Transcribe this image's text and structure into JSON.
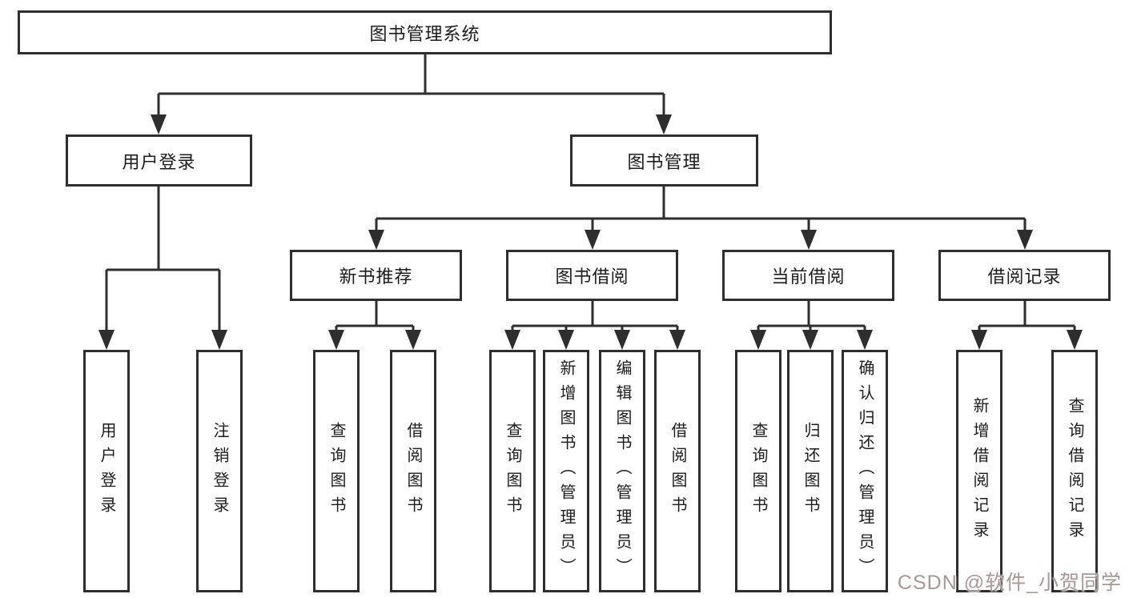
{
  "root": {
    "label": "图书管理系统"
  },
  "userLogin": {
    "label": "用户登录",
    "children": [
      {
        "label": "用户登录"
      },
      {
        "label": "注销登录"
      }
    ]
  },
  "bookMgmt": {
    "label": "图书管理"
  },
  "newBook": {
    "label": "新书推荐",
    "children": [
      {
        "label": "查询图书"
      },
      {
        "label": "借阅图书"
      }
    ]
  },
  "bookBorrow": {
    "label": "图书借阅",
    "children": [
      {
        "label": "查询图书"
      },
      {
        "label": "新增图书（管理员）"
      },
      {
        "label": "编辑图书（管理员）"
      },
      {
        "label": "借阅图书"
      }
    ]
  },
  "currentBorrow": {
    "label": "当前借阅",
    "children": [
      {
        "label": "查询图书"
      },
      {
        "label": "归还图书"
      },
      {
        "label": "确认归还（管理员）"
      }
    ]
  },
  "borrowRecords": {
    "label": "借阅记录",
    "children": [
      {
        "label": "新增借阅记录"
      },
      {
        "label": "查询借阅记录"
      }
    ]
  },
  "watermark": {
    "text": "CSDN @软件_小贺同学"
  },
  "colors": {
    "line": "#2e2e2e",
    "border": "#2e2e2e",
    "text": "#1c1c1c",
    "background": "#ffffff",
    "watermark": "#a89898"
  }
}
